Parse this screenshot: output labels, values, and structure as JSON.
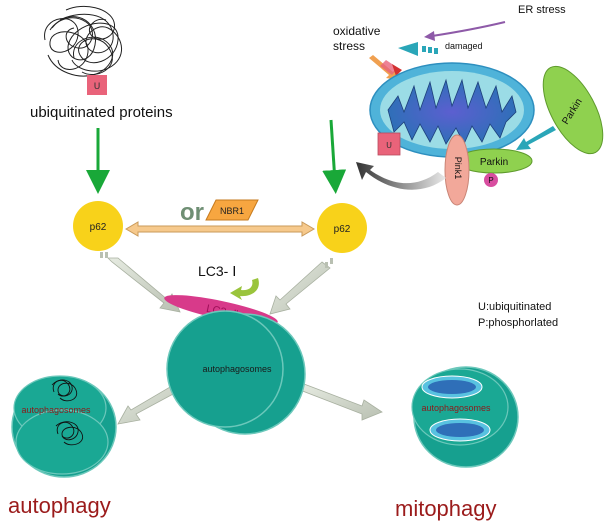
{
  "source_labels": {
    "ubiquitin_tag": "U",
    "ubiquitinated_proteins": "ubiquitinated proteins"
  },
  "stress_labels": {
    "er_stress": "ER stress",
    "oxidative_line1": "oxidative",
    "oxidative_line2": "stress",
    "damaged": "damaged"
  },
  "mito_labels": {
    "u_tag": "U",
    "parkin_free": "Parkin",
    "parkin_bound": "Parkin",
    "pink1": "Pink1",
    "p_tag": "P"
  },
  "receptors": {
    "p62_left": "p62",
    "p62_right": "p62",
    "or": "or",
    "nbr1": "NBR1"
  },
  "lc3": {
    "lc3_one": "LC3- Ⅰ",
    "lc3_two": "LC3- Ⅱ"
  },
  "center": {
    "autophagosomes": "autophagosomes"
  },
  "legend": {
    "u_def": "U:ubiquitinated",
    "p_def": "P:phosphorlated"
  },
  "outcomes": {
    "left_vesicle": "autophagosomes",
    "right_vesicle": "autophagosomes",
    "autophagy": "autophagy",
    "mitophagy": "mitophagy"
  },
  "colors": {
    "teal": "#16a08f",
    "teal_light": "#22b5a3",
    "p62_yellow": "#f8d21a",
    "arrow_green": "#19a838",
    "orange_arrow": "#f0c080",
    "lc3_pink": "#d83a8a",
    "ubiquitin_pink": "#e9637a",
    "parkin_green": "#8fd14f",
    "pink1_salmon": "#f2a89a",
    "mito_blue": "#2f6fb8",
    "mito_ring": "#4fb3d9",
    "title_red": "#9b1b1b",
    "purple": "#8e5aa8",
    "teal_arrow": "#2aa6b8",
    "gray_arrow": "#c9cfc3"
  }
}
